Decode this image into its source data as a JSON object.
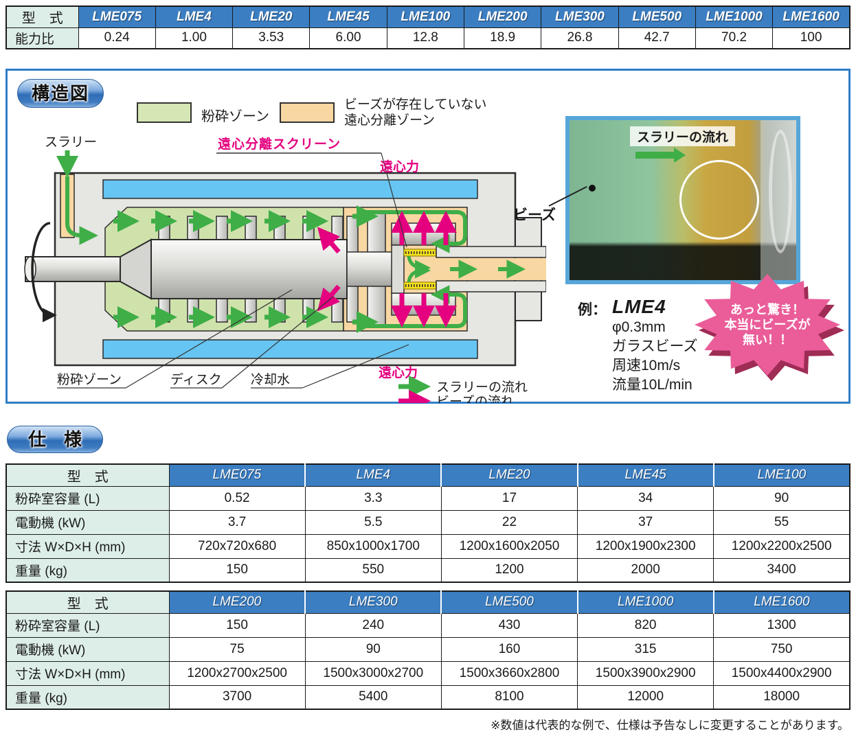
{
  "capacity_table": {
    "model_header_label": "型　式",
    "ratio_row_label": "能力比",
    "models": [
      "LME075",
      "LME4",
      "LME20",
      "LME45",
      "LME100",
      "LME200",
      "LME300",
      "LME500",
      "LME1000",
      "LME1600"
    ],
    "ratios": [
      "0.24",
      "1.00",
      "3.53",
      "6.00",
      "12.8",
      "18.9",
      "26.8",
      "42.7",
      "70.2",
      "100"
    ]
  },
  "structure_section": {
    "title": "構造図",
    "legend": {
      "grinding_label": "粉砕ゾーン",
      "separation_label_line1": "ビーズが存在していない",
      "separation_label_line2": "遠心分離ゾーン"
    },
    "diagram_labels": {
      "slurry": "スラリー",
      "screen": "遠心分離スクリーン",
      "centrifugal_force_top": "遠心力",
      "centrifugal_force_bottom": "遠心力",
      "grinding_zone": "粉砕ゾーン",
      "disk": "ディスク",
      "cooling_water": "冷却水"
    },
    "flow_legend": {
      "slurry_flow": "スラリーの流れ",
      "beads_flow": "ビーズの流れ"
    },
    "photo": {
      "flow_label": "スラリーの流れ",
      "beads_label": "ビーズ"
    },
    "example": {
      "prefix": "例：",
      "model": "LME4",
      "specs": [
        "φ0.3mm",
        "ガラスビーズ",
        "周速10m/s",
        "流量10L/min"
      ]
    },
    "burst_lines": [
      "あっと驚き！",
      "本当にビーズが",
      "無い！！"
    ]
  },
  "spec_section": {
    "title": "仕　様",
    "model_header_label": "型　式",
    "row_labels": [
      "粉砕室容量 (L)",
      "電動機 (kW)",
      "寸法 W×D×H (mm)",
      "重量 (kg)"
    ],
    "table1": {
      "models": [
        "LME075",
        "LME4",
        "LME20",
        "LME45",
        "LME100"
      ],
      "rows": [
        [
          "0.52",
          "3.3",
          "17",
          "34",
          "90"
        ],
        [
          "3.7",
          "5.5",
          "22",
          "37",
          "55"
        ],
        [
          "720x720x680",
          "850x1000x1700",
          "1200x1600x2050",
          "1200x1900x2300",
          "1200x2200x2500"
        ],
        [
          "150",
          "550",
          "1200",
          "2000",
          "3400"
        ]
      ]
    },
    "table2": {
      "models": [
        "LME200",
        "LME300",
        "LME500",
        "LME1000",
        "LME1600"
      ],
      "rows": [
        [
          "150",
          "240",
          "430",
          "820",
          "1300"
        ],
        [
          "75",
          "90",
          "160",
          "315",
          "750"
        ],
        [
          "1200x2700x2500",
          "1500x3000x2700",
          "1500x3660x2800",
          "1500x3900x2900",
          "1500x4400x2900"
        ],
        [
          "3700",
          "5400",
          "8100",
          "12000",
          "18000"
        ]
      ]
    },
    "note": "※数値は代表的な例で、仕様は予告なしに変更することがあります。"
  },
  "colors": {
    "header_blue": "#3b7ec2",
    "mint": "#ddeee8",
    "box_border_blue": "#2f7ec7",
    "grinding_green": "#cfe2ac",
    "separation_orange": "#f8d7a2",
    "cooling_blue": "#66c5f2",
    "magenta": "#e4007f",
    "flow_green": "#3fae47",
    "burst_pink": "#ea5d99"
  }
}
